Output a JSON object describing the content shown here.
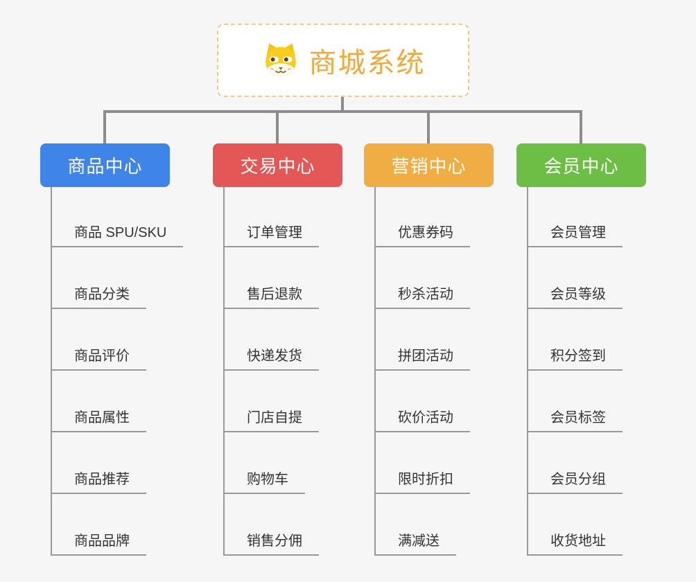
{
  "page": {
    "background": "#F6F6F6",
    "connector_color": "#8C8C8C",
    "line_color": "#999999"
  },
  "root": {
    "title": "商城系统",
    "icon": "shiba-dog-icon",
    "title_color": "#F0A93C",
    "border_color": "#F2C97E"
  },
  "branches": [
    {
      "label": "商品中心",
      "color": "#3E84E9",
      "children": [
        "商品 SPU/SKU",
        "商品分类",
        "商品评价",
        "商品属性",
        "商品推荐",
        "商品品牌"
      ]
    },
    {
      "label": "交易中心",
      "color": "#E45757",
      "children": [
        "订单管理",
        "售后退款",
        "快递发货",
        "门店自提",
        "购物车",
        "销售分佣"
      ]
    },
    {
      "label": "营销中心",
      "color": "#EFAD43",
      "children": [
        "优惠券码",
        "秒杀活动",
        "拼团活动",
        "砍价活动",
        "限时折扣",
        "满减送"
      ]
    },
    {
      "label": "会员中心",
      "color": "#6CBE44",
      "children": [
        "会员管理",
        "会员等级",
        "积分签到",
        "会员标签",
        "会员分组",
        "收货地址"
      ]
    }
  ]
}
